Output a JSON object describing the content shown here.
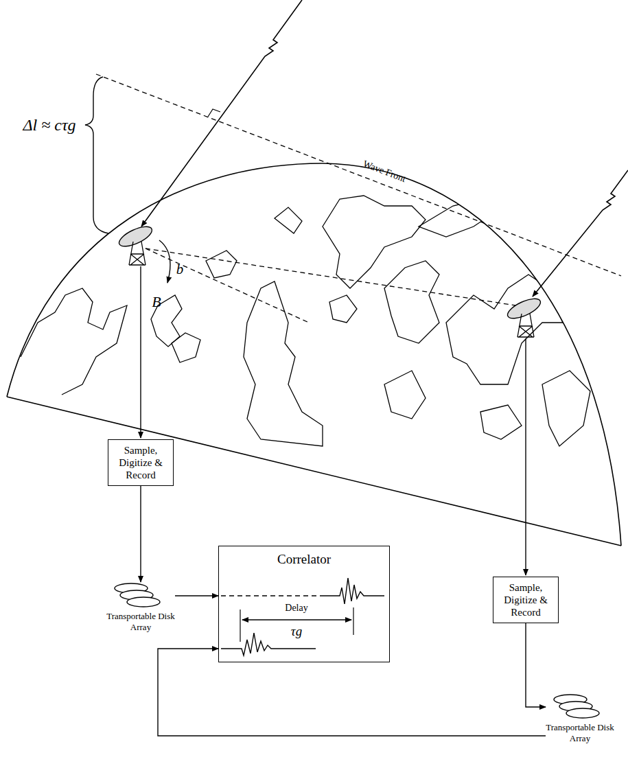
{
  "diagram": {
    "nodes": [
      {
        "text": [
          "Sample, Digitize & Record"
        ]
      },
      {
        "text": [
          "Transportable Disk Array"
        ]
      },
      {
        "text": [
          "Correlator"
        ]
      },
      {
        "text": [
          "Sample, Digitize & Record"
        ]
      },
      {
        "text": [
          "Transportable Disk Array"
        ]
      }
    ],
    "edges": [
      {
        "from": 0,
        "to": 1,
        "arrow": "to"
      },
      {
        "from": 1,
        "to": 2,
        "arrow": "to"
      },
      {
        "from": 3,
        "to": 4,
        "arrow": "to"
      },
      {
        "from": 4,
        "to": 2,
        "arrow": "to"
      }
    ],
    "labels": [
      "Δl ≈ cτg",
      "b",
      "B",
      "Wave Front",
      "Delay",
      "τg"
    ]
  }
}
